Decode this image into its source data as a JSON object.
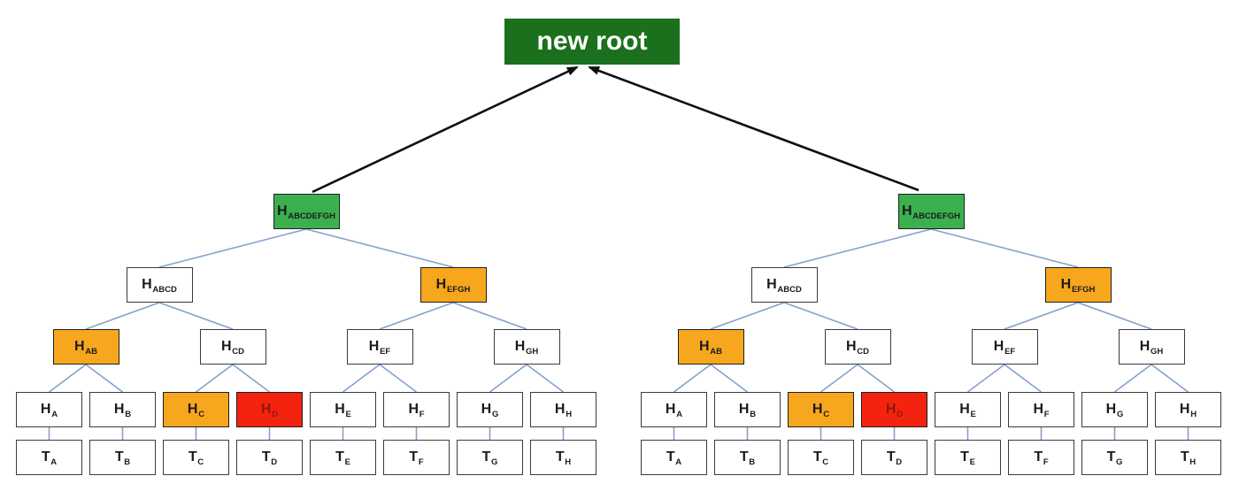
{
  "diagram": {
    "new_root_label": "new root",
    "hash_prefix": "H",
    "tx_prefix": "T",
    "tree_sides": [
      "left",
      "right"
    ],
    "hash_levels": [
      [
        {
          "sub": "ABCDEFGH",
          "fill": "green"
        }
      ],
      [
        {
          "sub": "ABCD",
          "fill": "white"
        },
        {
          "sub": "EFGH",
          "fill": "orange"
        }
      ],
      [
        {
          "sub": "AB",
          "fill": "orange"
        },
        {
          "sub": "CD",
          "fill": "white"
        },
        {
          "sub": "EF",
          "fill": "white"
        },
        {
          "sub": "GH",
          "fill": "white"
        }
      ],
      [
        {
          "sub": "A",
          "fill": "white"
        },
        {
          "sub": "B",
          "fill": "white"
        },
        {
          "sub": "C",
          "fill": "orange"
        },
        {
          "sub": "D",
          "fill": "red"
        },
        {
          "sub": "E",
          "fill": "white"
        },
        {
          "sub": "F",
          "fill": "white"
        },
        {
          "sub": "G",
          "fill": "white"
        },
        {
          "sub": "H",
          "fill": "white"
        }
      ]
    ],
    "tx_leaves": [
      {
        "sub": "A"
      },
      {
        "sub": "B"
      },
      {
        "sub": "C"
      },
      {
        "sub": "D"
      },
      {
        "sub": "E"
      },
      {
        "sub": "F"
      },
      {
        "sub": "G"
      },
      {
        "sub": "H"
      }
    ]
  },
  "colors": {
    "new_root_bg": "#1b701d",
    "new_root_text": "#ffffff",
    "green": "#3cb04f",
    "orange": "#f6a71d",
    "red": "#f3230f",
    "red_text": "#8a1b0d",
    "connector": "#84a1cd",
    "arrow": "#0f0f0f",
    "text": "#1b1b1b"
  }
}
